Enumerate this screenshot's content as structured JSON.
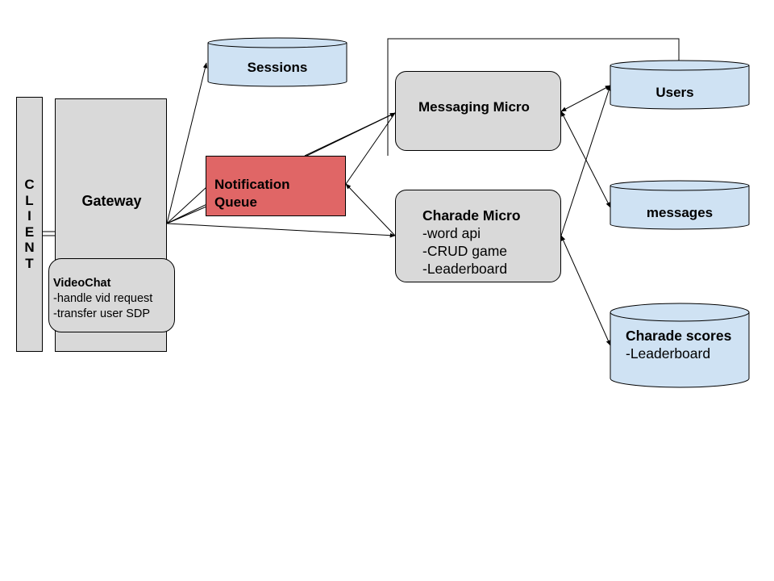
{
  "client": {
    "label": "CLIENT"
  },
  "gateway": {
    "label": "Gateway"
  },
  "videochat": {
    "title": "VideoChat",
    "items": [
      "-handle vid request",
      "-transfer user SDP"
    ]
  },
  "notification_queue": {
    "line1": "Notification",
    "line2": "Queue"
  },
  "messaging_micro": {
    "label": "Messaging Micro"
  },
  "charade_micro": {
    "title": "Charade Micro",
    "items": [
      "-word api",
      "-CRUD game",
      "-Leaderboard"
    ]
  },
  "databases": {
    "sessions": "Sessions",
    "users": "Users",
    "messages": "messages",
    "charade_scores": {
      "title": "Charade scores",
      "items": [
        "-Leaderboard"
      ]
    }
  },
  "colors": {
    "box_fill": "#d9d9d9",
    "db_fill": "#cfe2f3",
    "queue_fill": "#e06666",
    "stroke": "#000000"
  }
}
